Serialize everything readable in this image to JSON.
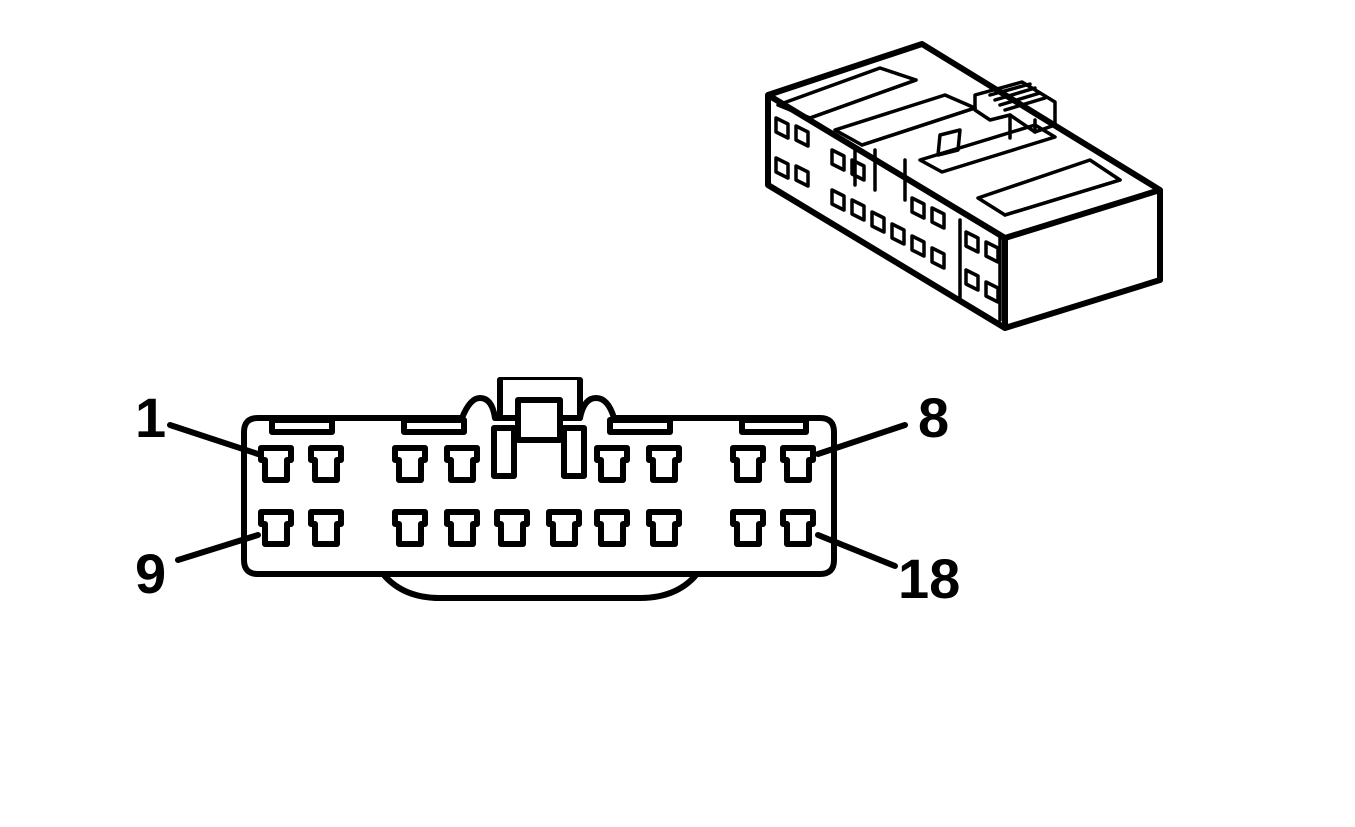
{
  "pin_labels": {
    "top_left": "1",
    "top_right": "8",
    "bottom_left": "9",
    "bottom_right": "18"
  },
  "colors": {
    "line": "#000000",
    "background": "#ffffff"
  }
}
